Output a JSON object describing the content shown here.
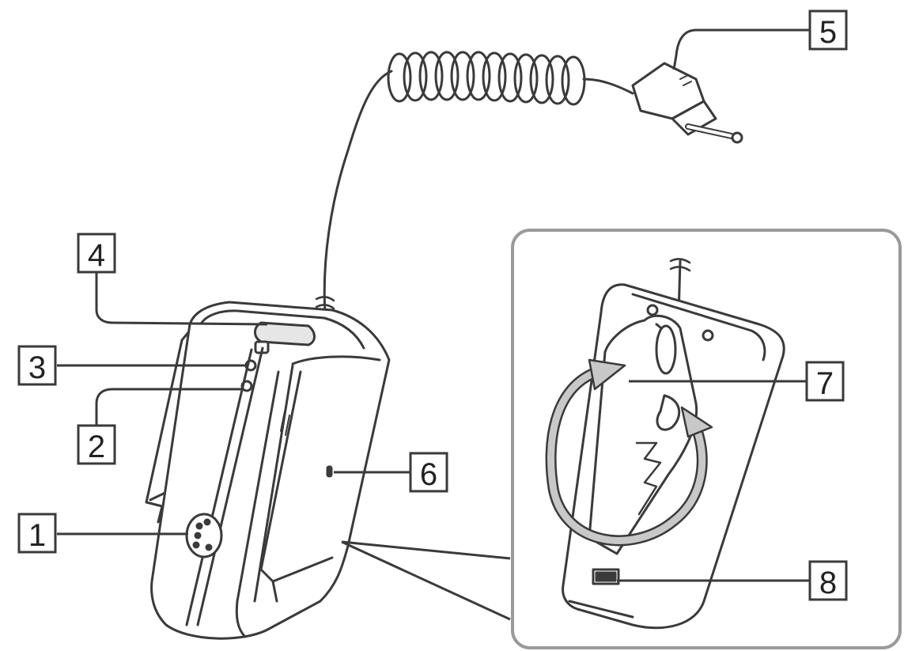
{
  "callouts": [
    {
      "id": "callout-1",
      "label": "1"
    },
    {
      "id": "callout-2",
      "label": "2"
    },
    {
      "id": "callout-3",
      "label": "3"
    },
    {
      "id": "callout-4",
      "label": "4"
    },
    {
      "id": "callout-5",
      "label": "5"
    },
    {
      "id": "callout-6",
      "label": "6"
    },
    {
      "id": "callout-7",
      "label": "7"
    },
    {
      "id": "callout-8",
      "label": "8"
    }
  ],
  "colors": {
    "line": "#3a3a3a",
    "shade": "#d6d6d6",
    "arrow_fill": "#c8c8c8",
    "background": "#ffffff"
  }
}
